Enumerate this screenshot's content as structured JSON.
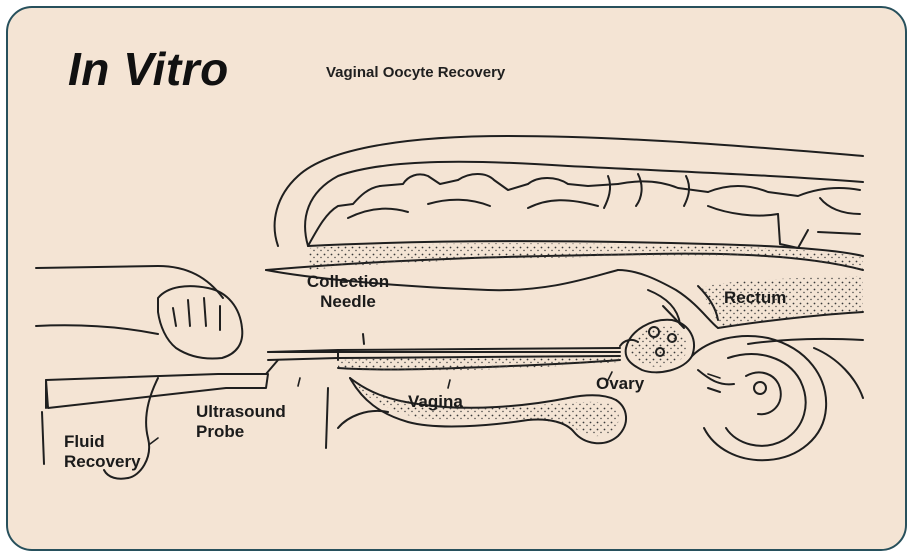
{
  "slide": {
    "title": "In Vitro",
    "caption": "Vaginal Oocyte Recovery"
  },
  "labels": {
    "collection_needle": [
      "Collection",
      "Needle"
    ],
    "rectum": "Rectum",
    "ovary": "Ovary",
    "vagina": "Vagina",
    "ultrasound_probe": [
      "Ultrasound",
      "Probe"
    ],
    "fluid_recovery": [
      "Fluid",
      "Recovery"
    ]
  },
  "colors": {
    "background": "#f4e4d4",
    "border": "#27505c",
    "ink": "#1b1b1b"
  }
}
